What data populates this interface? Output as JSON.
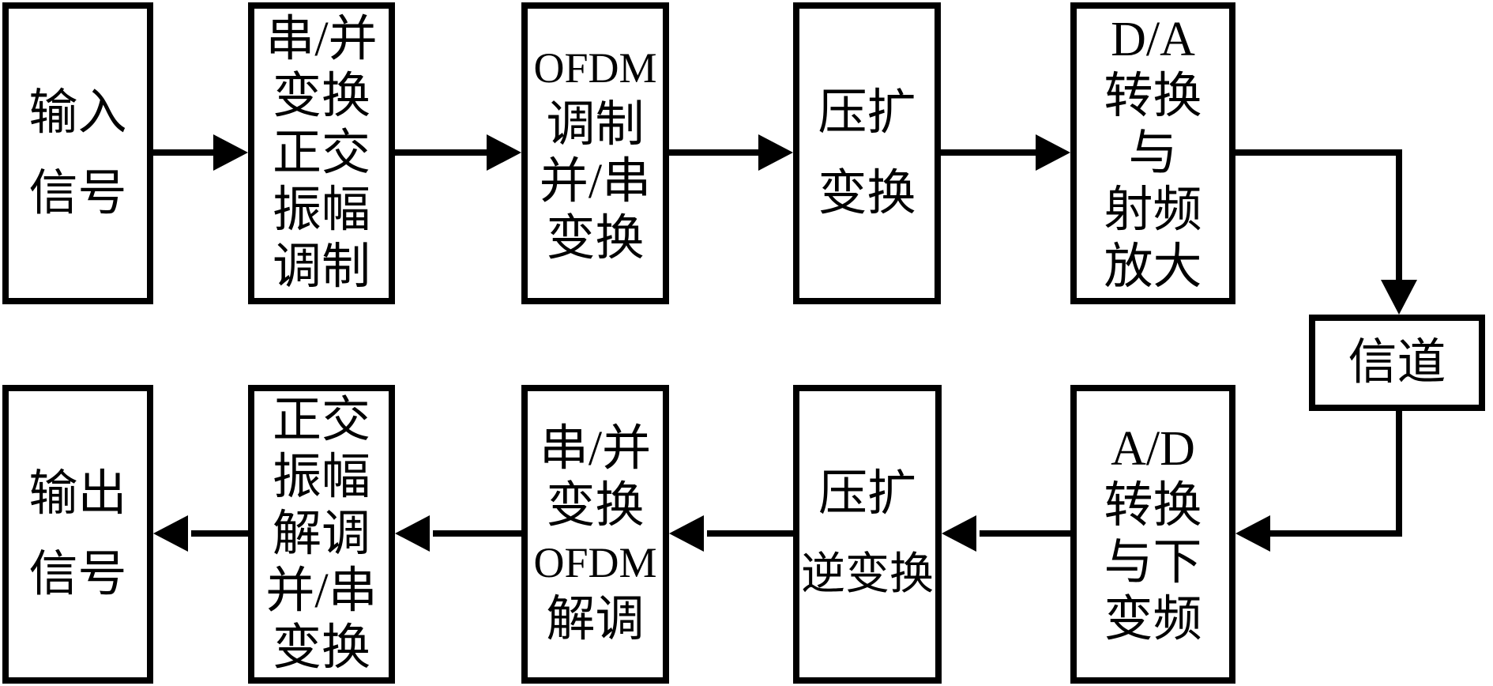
{
  "diagram": {
    "background_color": "#ffffff",
    "line_color": "#000000",
    "boxes": [
      {
        "name": "input-signal",
        "lines": [
          "输入",
          "信号"
        ]
      },
      {
        "name": "serial-parallel-qam-modulation",
        "lines": [
          "串/并",
          "变换",
          "正交",
          "振幅",
          "调制"
        ]
      },
      {
        "name": "ofdm-modulation-parallel-serial",
        "lines": [
          "OFDM",
          "调制",
          "并/串",
          "变换"
        ]
      },
      {
        "name": "companding-transform",
        "lines": [
          "压扩",
          "变换"
        ]
      },
      {
        "name": "da-conversion-rf-amplification",
        "lines": [
          "D/A",
          "转换",
          "与",
          "射频",
          "放大"
        ]
      },
      {
        "name": "channel",
        "lines": [
          "信道"
        ]
      },
      {
        "name": "ad-conversion-down-conversion",
        "lines": [
          "A/D",
          "转换",
          "与下",
          "变频"
        ]
      },
      {
        "name": "inverse-companding-transform",
        "lines": [
          "压扩",
          "逆变换"
        ]
      },
      {
        "name": "serial-parallel-ofdm-demodulation",
        "lines": [
          "串/并",
          "变换",
          "OFDM",
          "解调"
        ]
      },
      {
        "name": "qam-demodulation-parallel-serial",
        "lines": [
          "正交",
          "振幅",
          "解调",
          "并/串",
          "变换"
        ]
      },
      {
        "name": "output-signal",
        "lines": [
          "输出",
          "信号"
        ]
      }
    ]
  }
}
